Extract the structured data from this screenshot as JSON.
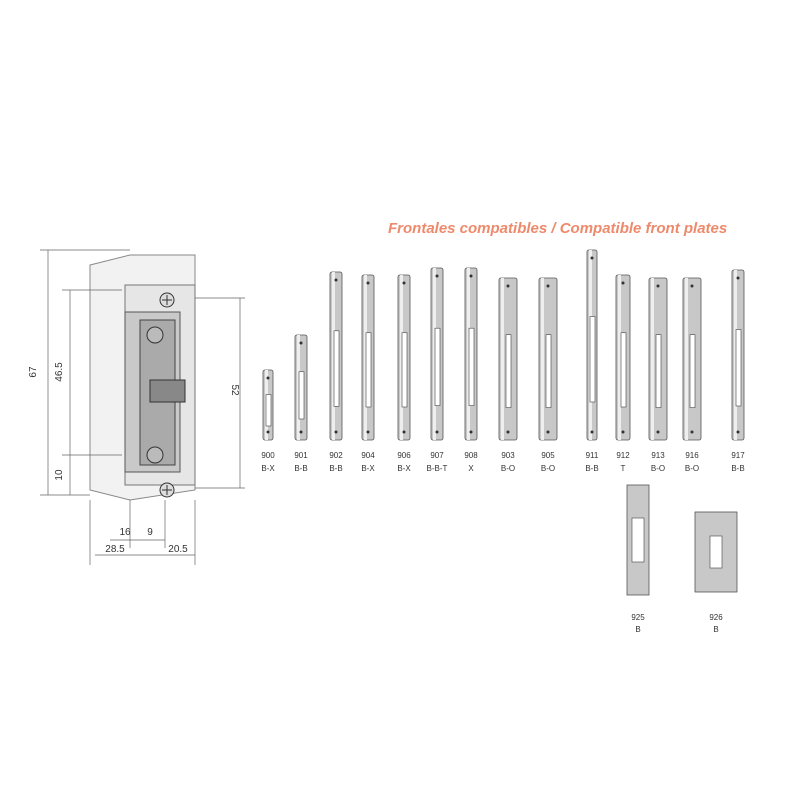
{
  "title": "Frontales compatibles / Compatible front plates",
  "dimensions": [
    "67",
    "46.5",
    "10",
    "52",
    "16",
    "9",
    "28.5",
    "20.5"
  ],
  "plates": [
    {
      "code": "900",
      "type": "B-X"
    },
    {
      "code": "901",
      "type": "B-B"
    },
    {
      "code": "902",
      "type": "B-B"
    },
    {
      "code": "904",
      "type": "B-X"
    },
    {
      "code": "906",
      "type": "B-X"
    },
    {
      "code": "907",
      "type": "B-B-T"
    },
    {
      "code": "908",
      "type": "X"
    },
    {
      "code": "903",
      "type": "B-O"
    },
    {
      "code": "905",
      "type": "B-O"
    },
    {
      "code": "911",
      "type": "B-B"
    },
    {
      "code": "912",
      "type": "T"
    },
    {
      "code": "913",
      "type": "B-O"
    },
    {
      "code": "916",
      "type": "B-O"
    },
    {
      "code": "917",
      "type": "B-B"
    }
  ],
  "bottom_plates": [
    {
      "code": "925",
      "type": "B"
    },
    {
      "code": "926",
      "type": "B"
    }
  ]
}
